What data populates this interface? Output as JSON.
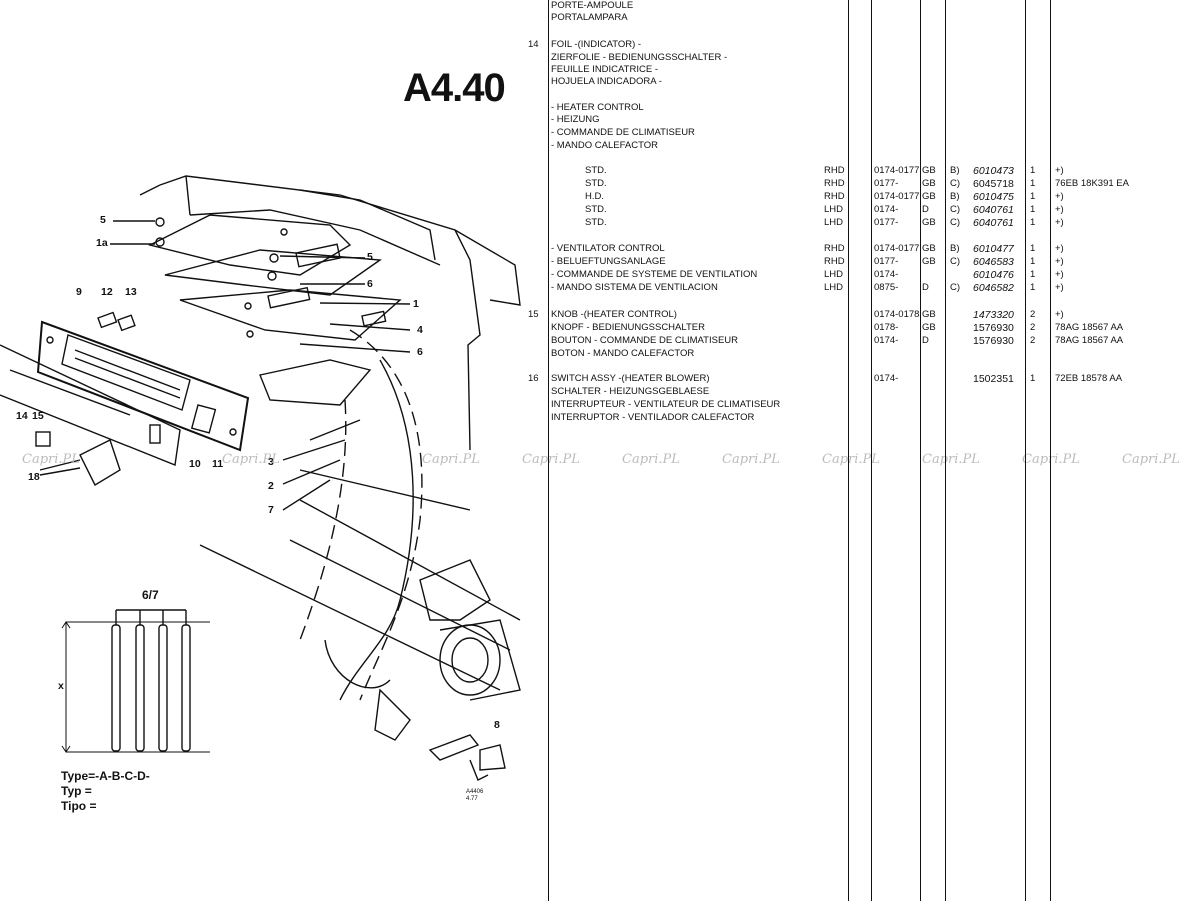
{
  "plate": "A4.40",
  "watermark": "Capri.PL",
  "type_block": {
    "dimension_label": "6/7",
    "x_label": "x",
    "lines": [
      "Type=-A-B-C-D-",
      "Typ =",
      "Tipo ="
    ]
  },
  "drawing_number": [
    "A4406",
    "4.77"
  ],
  "callouts": [
    "5",
    "1a",
    "5",
    "6",
    "9",
    "12",
    "13",
    "1",
    "4",
    "6",
    "14",
    "15",
    "10",
    "11",
    "3",
    "2",
    "7",
    "18",
    "8"
  ],
  "rows": [
    {
      "desc": "PORTE-AMPOULE"
    },
    {
      "desc": "PORTALAMPARA"
    },
    {
      "item": "14",
      "desc": "FOIL -(INDICATOR) -"
    },
    {
      "desc": "ZIERFOLIE - BEDIENUNGSSCHALTER -"
    },
    {
      "desc": "FEUILLE INDICATRICE -"
    },
    {
      "desc": "HOJUELA INDICADORA -"
    },
    {
      "desc": "- HEATER CONTROL"
    },
    {
      "desc": "- HEIZUNG"
    },
    {
      "desc": "- COMMANDE DE CLIMATISEUR"
    },
    {
      "desc": "- MANDO CALEFACTOR"
    },
    {
      "sub": "STD.",
      "side": "RHD",
      "date": "0174-0177",
      "mkt": "GB",
      "cd": "B)",
      "part": "6010473",
      "qty": "1",
      "note": "+)"
    },
    {
      "sub": "STD.",
      "side": "RHD",
      "date": "0177-",
      "mkt": "GB",
      "cd": "C)",
      "part": "6045718",
      "qty": "1",
      "note": "76EB 18K391 EA"
    },
    {
      "sub": "H.D.",
      "side": "RHD",
      "date": "0174-0177",
      "mkt": "GB",
      "cd": "B)",
      "part": "6010475",
      "qty": "1",
      "note": "+)"
    },
    {
      "sub": "STD.",
      "side": "LHD",
      "date": "0174-",
      "mkt": "D",
      "cd": "C)",
      "part": "6040761",
      "qty": "1",
      "note": "+)"
    },
    {
      "sub": "STD.",
      "side": "LHD",
      "date": "0177-",
      "mkt": "GB",
      "cd": "C)",
      "part": "6040761",
      "qty": "1",
      "note": "+)"
    },
    {
      "desc": "- VENTILATOR CONTROL",
      "side": "RHD",
      "date": "0174-0177",
      "mkt": "GB",
      "cd": "B)",
      "part": "6010477",
      "qty": "1",
      "note": "+)"
    },
    {
      "desc": "- BELUEFTUNGSANLAGE",
      "side": "RHD",
      "date": "0177-",
      "mkt": "GB",
      "cd": "C)",
      "part": "6046583",
      "qty": "1",
      "note": "+)"
    },
    {
      "desc": "- COMMANDE DE SYSTEME DE VENTILATION",
      "side": "LHD",
      "date": "0174-",
      "part": "6010476",
      "qty": "1",
      "note": "+)"
    },
    {
      "desc": "- MANDO SISTEMA DE VENTILACION",
      "side": "LHD",
      "date": "0875-",
      "mkt": "D",
      "cd": "C)",
      "part": "6046582",
      "qty": "1",
      "note": "+)"
    },
    {
      "item": "15",
      "desc": "KNOB -(HEATER CONTROL)",
      "date": "0174-0178",
      "mkt": "GB",
      "part": "1473320",
      "qty": "2",
      "note": "+)"
    },
    {
      "desc": "KNOPF - BEDIENUNGSSCHALTER",
      "date": "0178-",
      "mkt": "GB",
      "part": "1576930",
      "qty": "2",
      "note": "78AG 18567 AA"
    },
    {
      "desc": "BOUTON - COMMANDE DE CLIMATISEUR",
      "date": "0174-",
      "mkt": "D",
      "part": "1576930",
      "qty": "2",
      "note": "78AG 18567 AA"
    },
    {
      "desc": "BOTON - MANDO CALEFACTOR"
    },
    {
      "item": "16",
      "desc": "SWITCH ASSY -(HEATER BLOWER)",
      "date": "0174-",
      "part": "1502351",
      "qty": "1",
      "note": "72EB 18578 AA"
    },
    {
      "desc": "SCHALTER - HEIZUNGSGEBLAESE"
    },
    {
      "desc": "INTERRUPTEUR - VENTILATEUR DE CLIMATISEUR"
    },
    {
      "desc": "INTERRUPTOR - VENTILADOR CALEFACTOR"
    }
  ]
}
